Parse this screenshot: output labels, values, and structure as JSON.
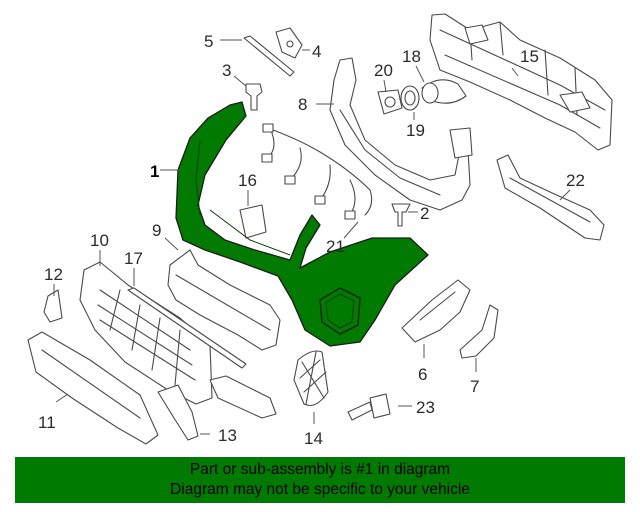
{
  "diagram": {
    "highlight_color": "#007a00",
    "highlighted_part": "1",
    "callouts": {
      "c1": "1",
      "c2": "2",
      "c3": "3",
      "c4": "4",
      "c5": "5",
      "c6": "6",
      "c7": "7",
      "c8": "8",
      "c9": "9",
      "c10": "10",
      "c11": "11",
      "c12": "12",
      "c13": "13",
      "c14": "14",
      "c15": "15",
      "c16": "16",
      "c17": "17",
      "c18": "18",
      "c19": "19",
      "c20": "20",
      "c21": "21",
      "c22": "22",
      "c23": "23"
    }
  },
  "banner": {
    "line1": "Part or sub-assembly is #1 in diagram",
    "line2": "Diagram may not be specific to your vehicle",
    "background_color": "#007a00"
  }
}
